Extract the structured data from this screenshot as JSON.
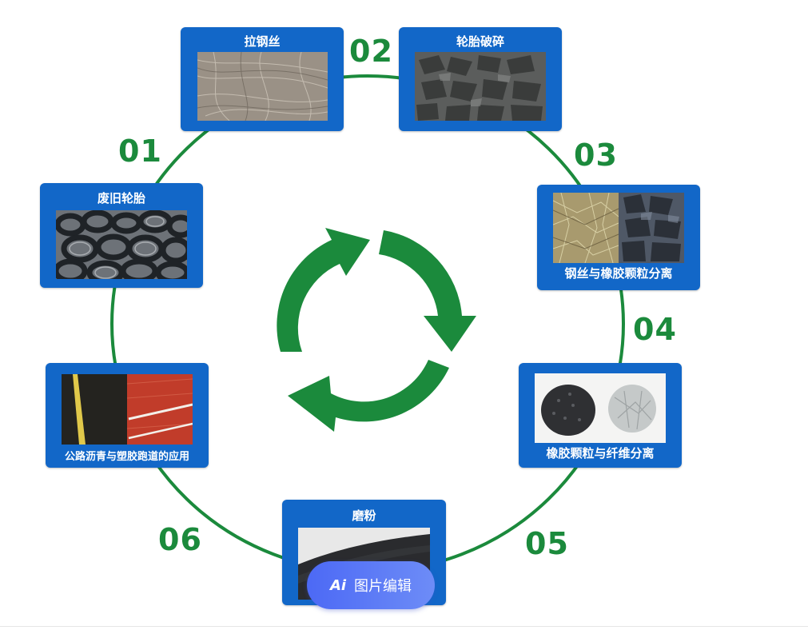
{
  "steps": [
    {
      "num": "01",
      "label": "废旧轮胎"
    },
    {
      "num": "02",
      "label": "拉钢丝"
    },
    {
      "num": "03",
      "label": "轮胎破碎"
    },
    {
      "num": "04",
      "label": "钢丝与橡胶颗粒分离"
    },
    {
      "num": "05",
      "label": "橡胶颗粒与纤维分离"
    },
    {
      "num": "06",
      "label": "磨粉"
    },
    {
      "label": "公路沥青与塑胶跑道的应用"
    }
  ],
  "colors": {
    "card": "#1267c8",
    "ring": "#1b8a3c",
    "recycle": "#1b8a3c"
  },
  "center_icon": "recycle-arrows-icon",
  "ai_button": {
    "mark": "Ai",
    "label": "图片编辑"
  }
}
